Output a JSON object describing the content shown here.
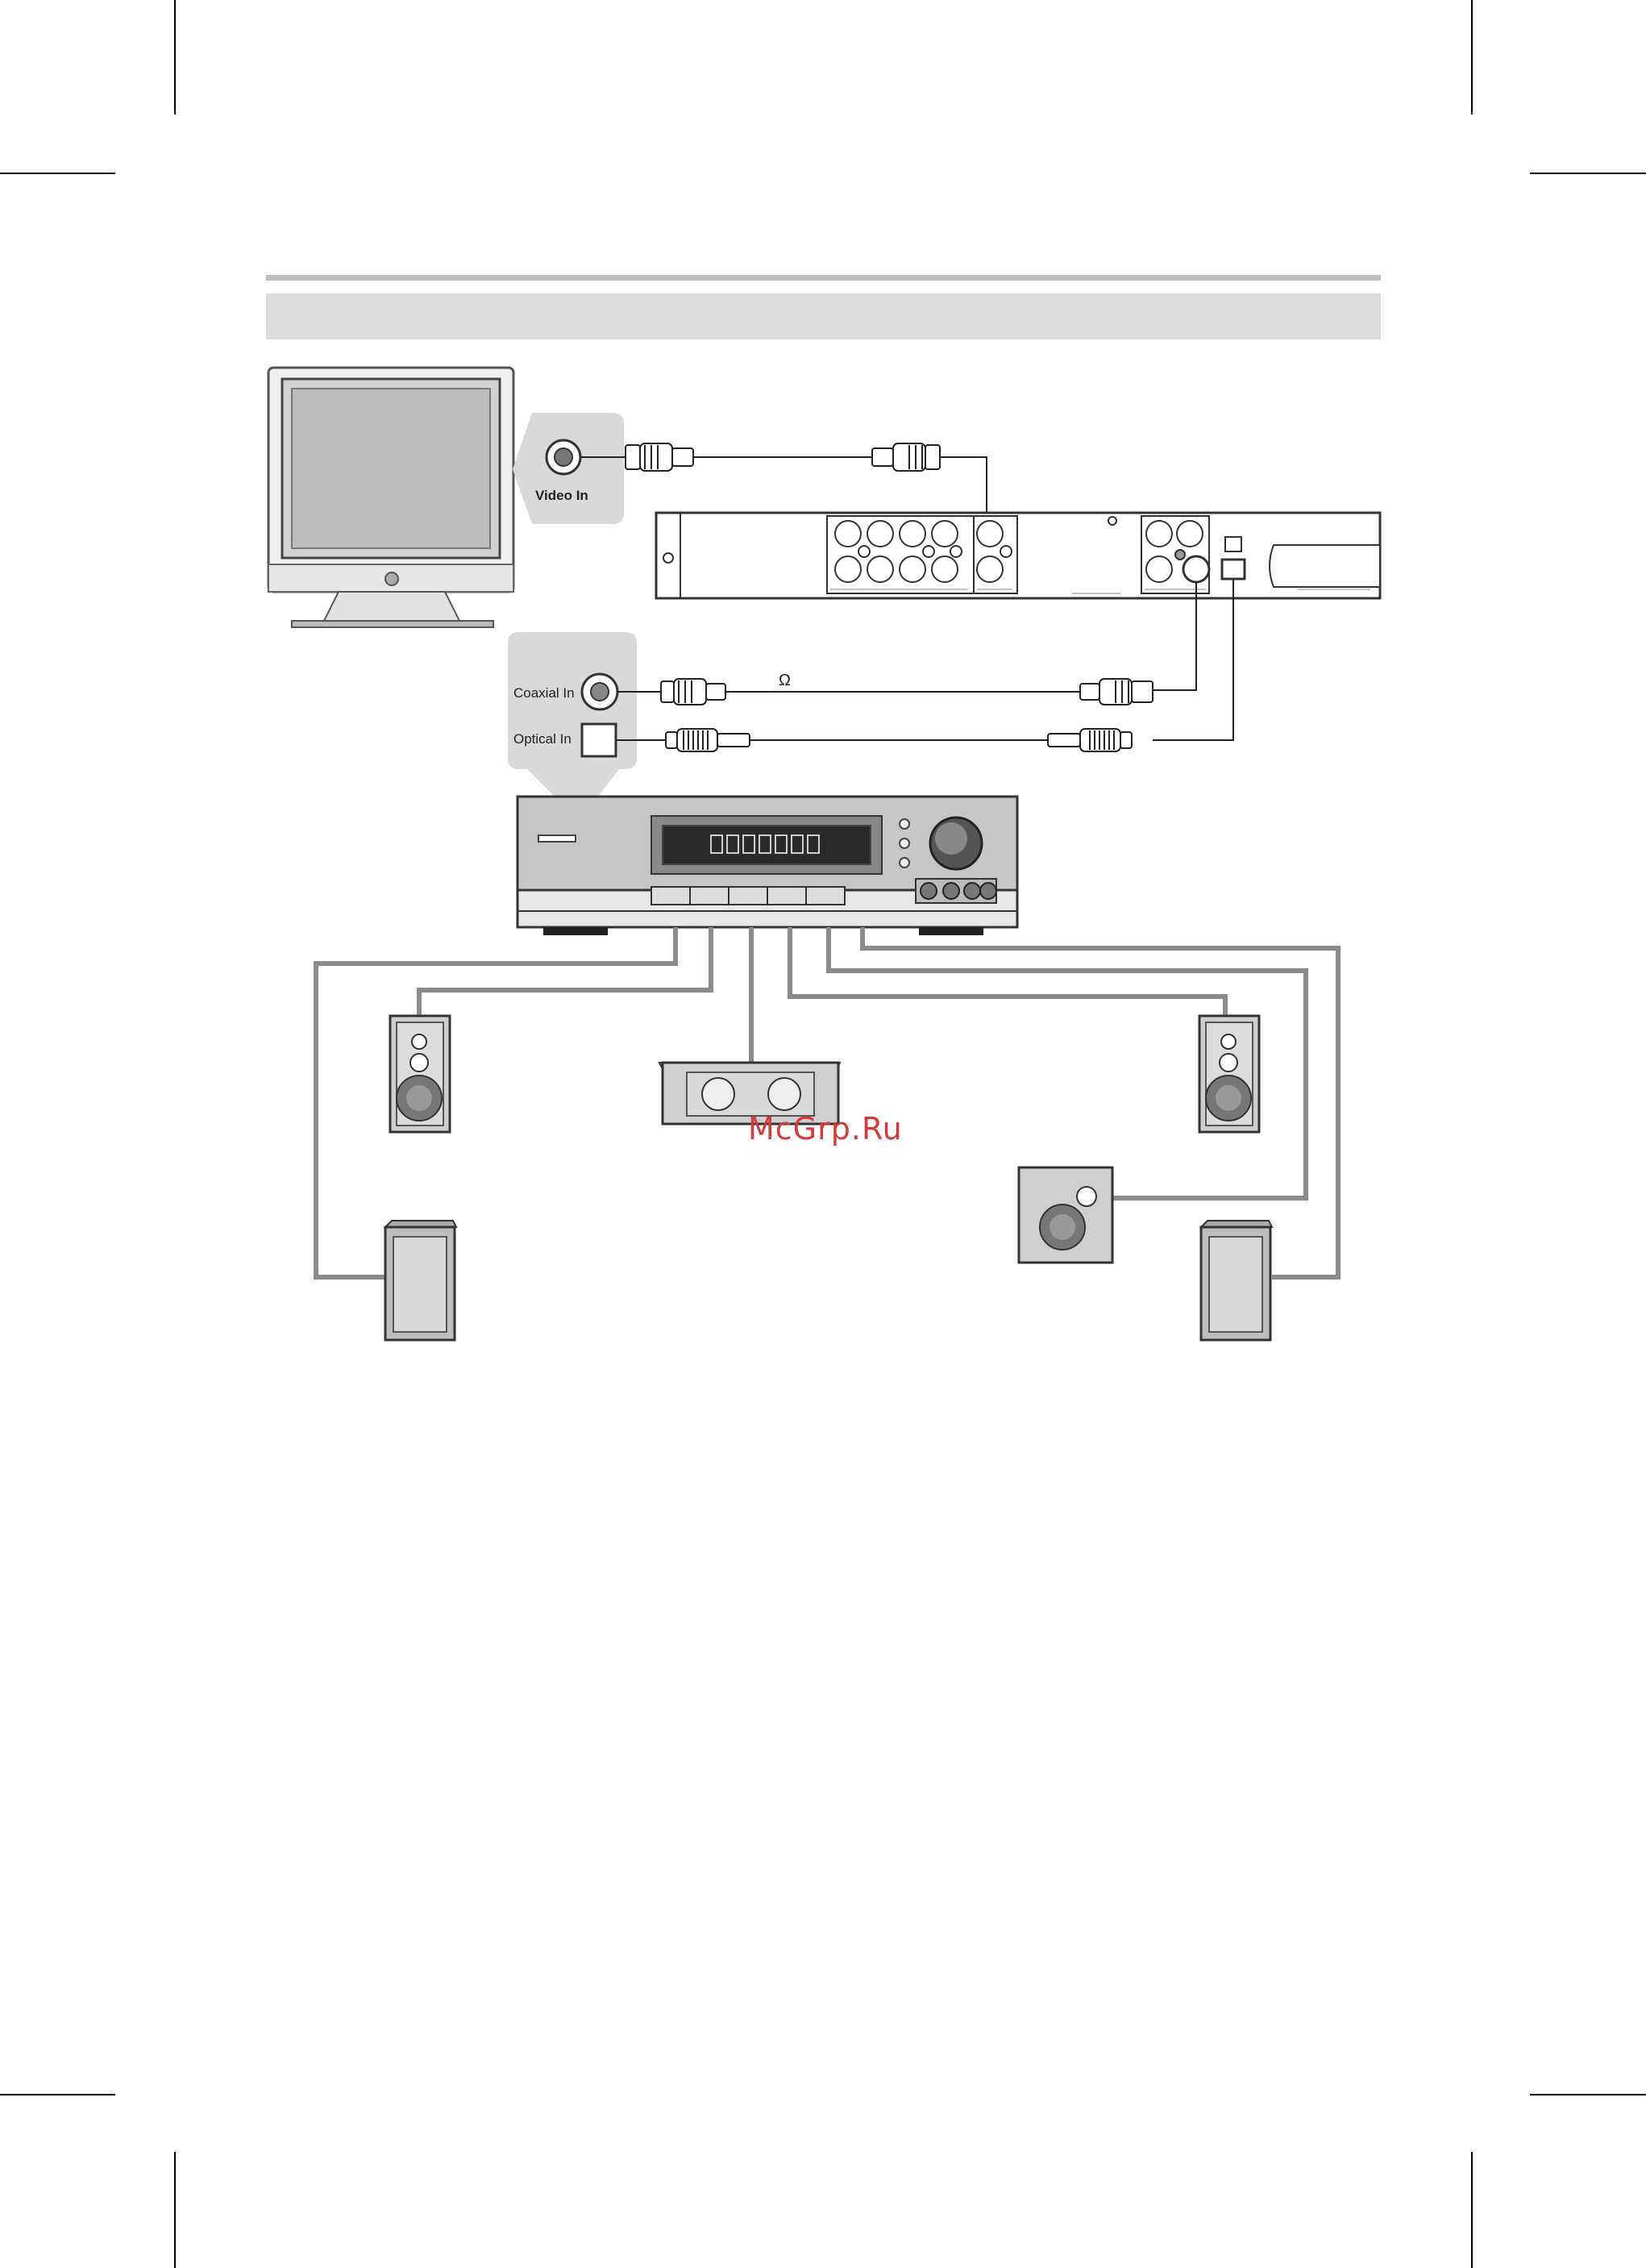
{
  "labels": {
    "video_in": "Video In",
    "coaxial_in": "Coaxial In",
    "optical_in": "Optical In",
    "ohm": "Ω",
    "watermark": "McGrp.Ru"
  },
  "colors": {
    "cable": "#8a8a8a",
    "callout": "#d9d9d9",
    "device_face": "#bfbfbf",
    "watermark": "#d83a3a"
  },
  "icons": [
    "tv-icon",
    "dvd-player-icon",
    "av-receiver-icon",
    "front-left-speaker-icon",
    "front-right-speaker-icon",
    "center-speaker-icon",
    "subwoofer-icon",
    "surround-left-speaker-icon",
    "surround-right-speaker-icon",
    "rca-plug-icon",
    "optical-plug-icon"
  ]
}
